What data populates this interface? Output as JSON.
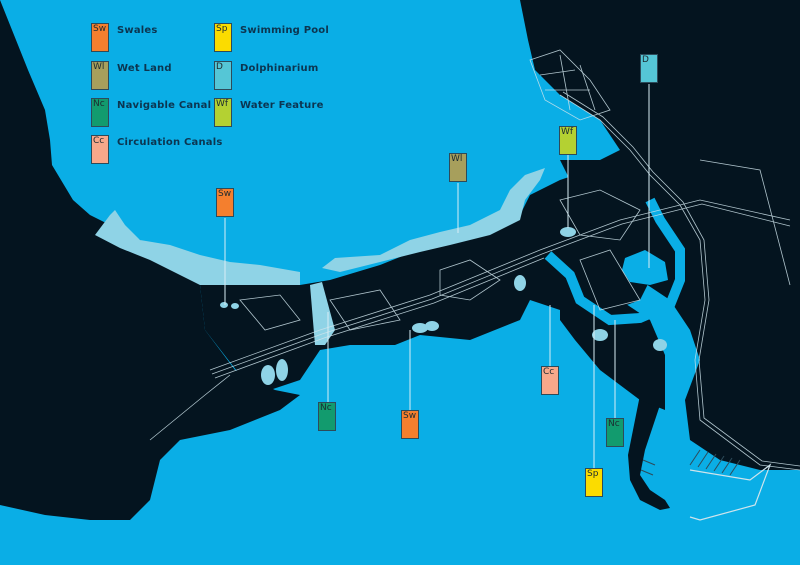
{
  "colors": {
    "sea": "#0aaee6",
    "land": "#04141f",
    "shallow": "#8fd3e6",
    "road": "#cfe4ec"
  },
  "legend": [
    {
      "code": "Sw",
      "label": "Swales",
      "color": "#f47f2e"
    },
    {
      "code": "Wl",
      "label": "Wet Land",
      "color": "#a79f5c"
    },
    {
      "code": "Nc",
      "label": "Navigable Canal",
      "color": "#129b6e"
    },
    {
      "code": "Cc",
      "label": "Circulation Canals",
      "color": "#f7a88a"
    },
    {
      "code": "Sp",
      "label": "Swimming Pool",
      "color": "#fbdc00"
    },
    {
      "code": "D",
      "label": "Dolphinarium",
      "color": "#55c6d6"
    },
    {
      "code": "Wf",
      "label": "Water Feature",
      "color": "#b4d132"
    }
  ],
  "markers": [
    {
      "code": "Sw",
      "color": "#f47f2e"
    },
    {
      "code": "Wl",
      "color": "#a79f5c"
    },
    {
      "code": "Wf",
      "color": "#b4d132"
    },
    {
      "code": "D",
      "color": "#55c6d6"
    },
    {
      "code": "Nc",
      "color": "#129b6e"
    },
    {
      "code": "Sw",
      "color": "#f47f2e"
    },
    {
      "code": "Cc",
      "color": "#f7a88a"
    },
    {
      "code": "Nc",
      "color": "#129b6e"
    },
    {
      "code": "Sp",
      "color": "#fbdc00"
    }
  ]
}
